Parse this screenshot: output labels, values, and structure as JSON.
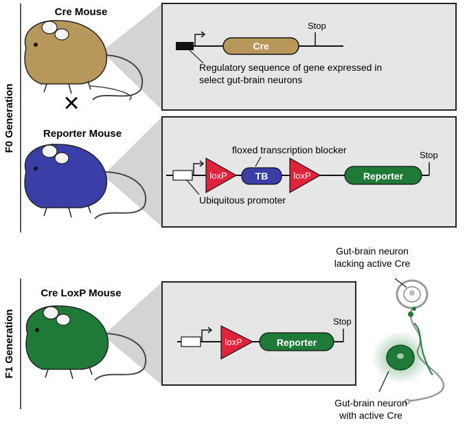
{
  "generations": {
    "f0": "F0 Generation",
    "f1": "F1 Generation"
  },
  "mice": {
    "cre": {
      "label": "Cre Mouse",
      "color": "#b8975a"
    },
    "reporter": {
      "label": "Reporter Mouse",
      "color": "#3a3fa8"
    },
    "creloxp": {
      "label": "Cre LoxP Mouse",
      "color": "#1e7a36"
    },
    "cross_symbol": "×"
  },
  "panel1": {
    "gene": "Cre",
    "stop": "Stop",
    "annotation_line1": "Regulatory sequence of gene expressed in",
    "annotation_line2": "select gut-brain neurons"
  },
  "panel2": {
    "blocker_label": "floxed transcription blocker",
    "loxp_left": "loxP",
    "tb": "TB",
    "loxp_right": "loxP",
    "reporter": "Reporter",
    "stop": "Stop",
    "promoter_label": "Ubiquitous promoter"
  },
  "panel3": {
    "loxp": "loxP",
    "reporter": "Reporter",
    "stop": "Stop"
  },
  "neurons": {
    "inactive_line1": "Gut-brain neuron",
    "inactive_line2": "lacking active Cre",
    "active_line1": "Gut-brain neuron",
    "active_line2": "with active Cre"
  },
  "colors": {
    "panel_fill": "#e6e6e6",
    "cre_gene": "#b8975a",
    "loxp": "#e0223a",
    "tb": "#3a3fa8",
    "reporter": "#1e7a36"
  }
}
